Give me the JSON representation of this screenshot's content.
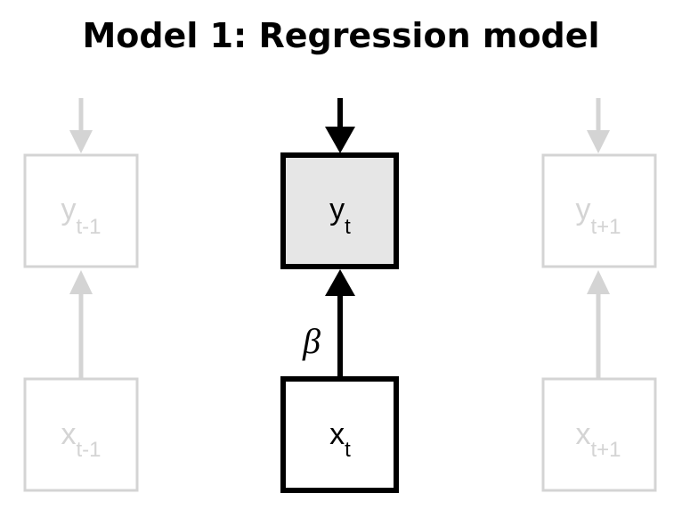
{
  "diagram": {
    "title": "Model 1: Regression model",
    "colors": {
      "active": "#000000",
      "dim": "#d4d4d4",
      "active_fill": "#e6e6e6",
      "background": "#ffffff"
    },
    "nodes": {
      "y_prev": {
        "base": "y",
        "sub": "t-1"
      },
      "y_curr": {
        "base": "y",
        "sub": "t"
      },
      "y_next": {
        "base": "y",
        "sub": "t+1"
      },
      "x_prev": {
        "base": "x",
        "sub": "t-1"
      },
      "x_curr": {
        "base": "x",
        "sub": "t"
      },
      "x_next": {
        "base": "x",
        "sub": "t+1"
      }
    },
    "edge_label": "β"
  }
}
